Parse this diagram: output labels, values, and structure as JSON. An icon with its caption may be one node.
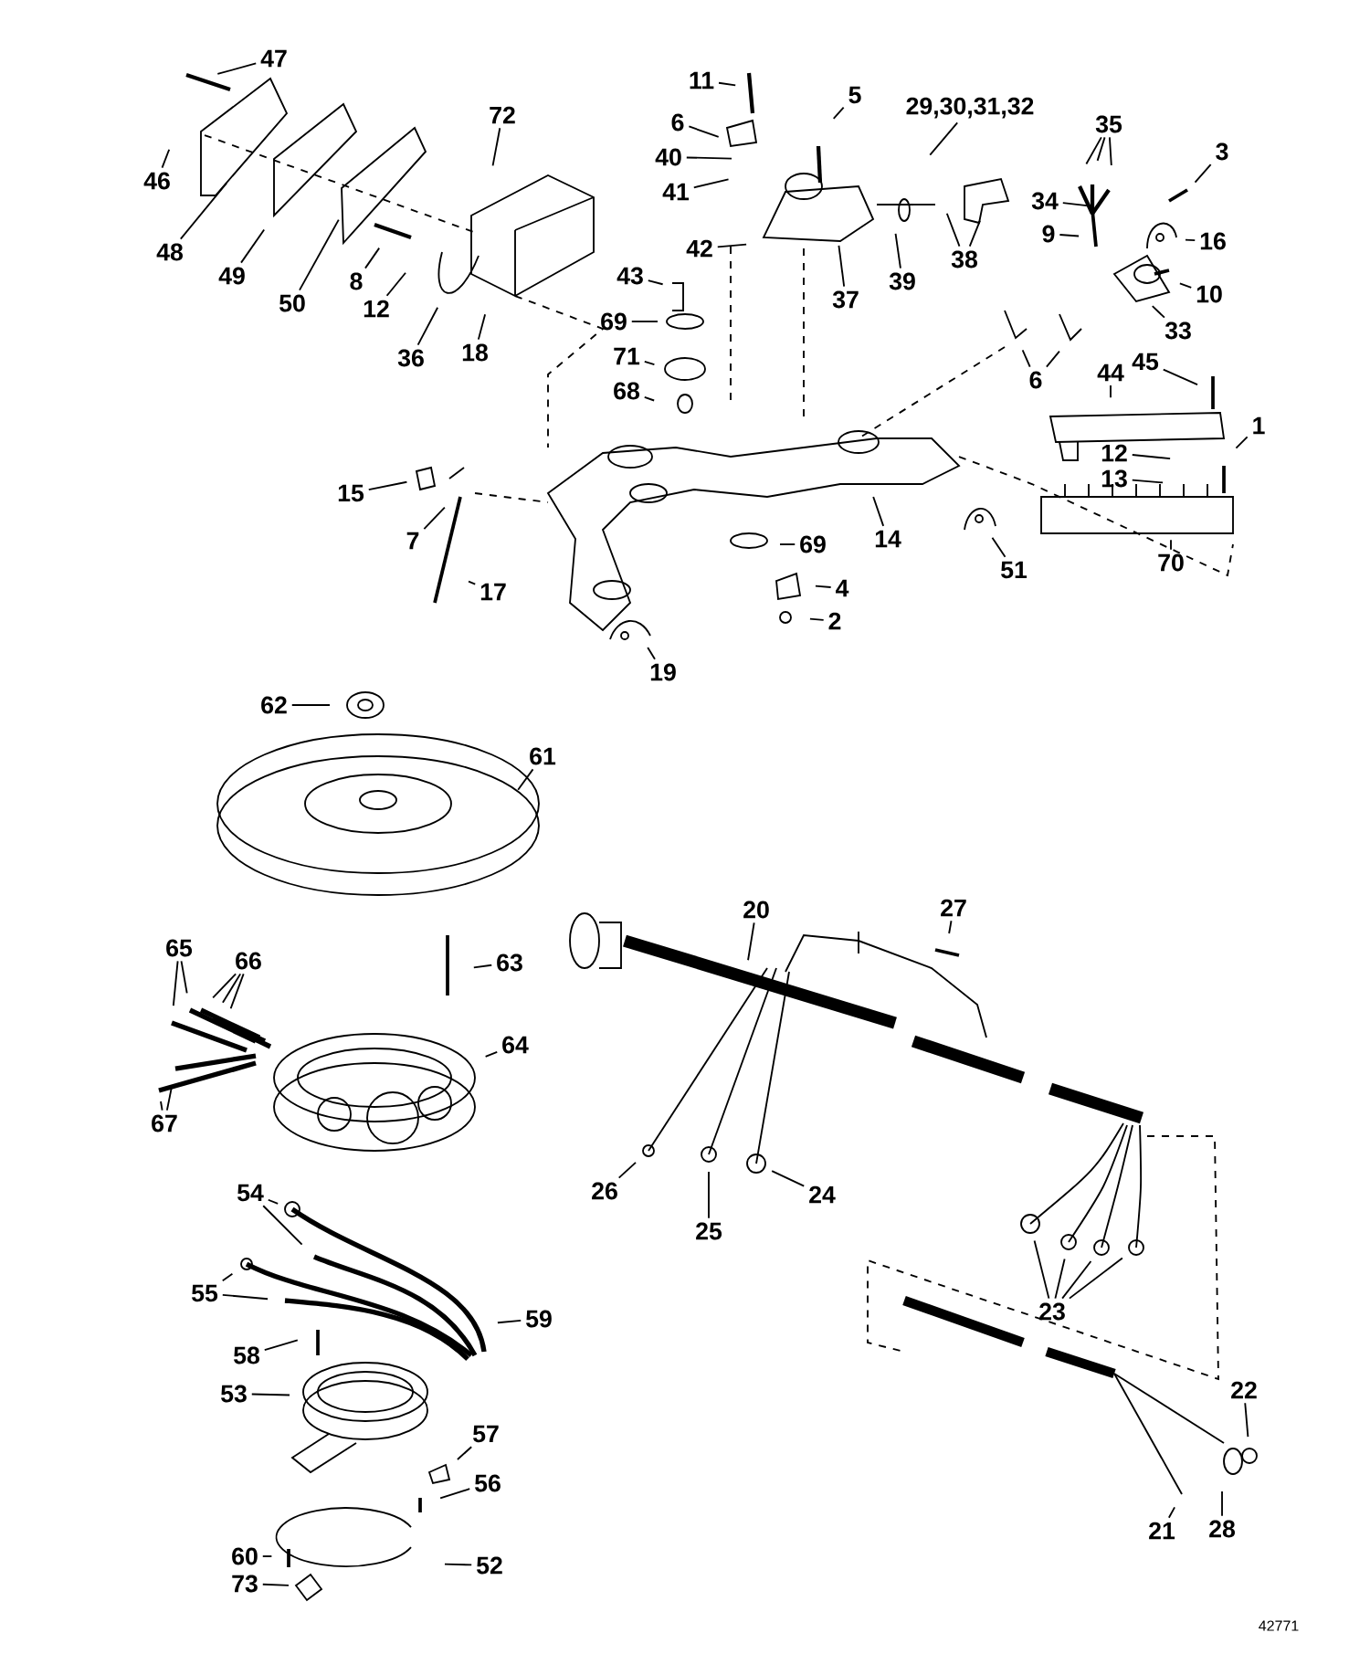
{
  "diagram": {
    "nodes": [
      {
        "text": [
          "47"
        ]
      },
      {
        "text": [
          "46"
        ]
      },
      {
        "text": [
          "72"
        ]
      },
      {
        "text": [
          "48"
        ]
      },
      {
        "text": [
          "49"
        ]
      },
      {
        "text": [
          "50"
        ]
      },
      {
        "text": [
          "8"
        ]
      },
      {
        "text": [
          "12"
        ]
      },
      {
        "text": [
          "36"
        ]
      },
      {
        "text": [
          "18"
        ]
      },
      {
        "text": [
          "11"
        ]
      },
      {
        "text": [
          "6"
        ]
      },
      {
        "text": [
          "40"
        ]
      },
      {
        "text": [
          "41"
        ]
      },
      {
        "text": [
          "42"
        ]
      },
      {
        "text": [
          "5"
        ]
      },
      {
        "text": [
          "37"
        ]
      },
      {
        "text": [
          "39"
        ]
      },
      {
        "text": [
          "29,30,31,32"
        ]
      },
      {
        "text": [
          "38"
        ]
      },
      {
        "text": [
          "35"
        ]
      },
      {
        "text": [
          "34"
        ]
      },
      {
        "text": [
          "9"
        ]
      },
      {
        "text": [
          "3"
        ]
      },
      {
        "text": [
          "16"
        ]
      },
      {
        "text": [
          "10"
        ]
      },
      {
        "text": [
          "33"
        ]
      },
      {
        "text": [
          "6"
        ]
      },
      {
        "text": [
          "44"
        ]
      },
      {
        "text": [
          "45"
        ]
      },
      {
        "text": [
          "1"
        ]
      },
      {
        "text": [
          "12"
        ]
      },
      {
        "text": [
          "13"
        ]
      },
      {
        "text": [
          "70"
        ]
      },
      {
        "text": [
          "43"
        ]
      },
      {
        "text": [
          "69"
        ]
      },
      {
        "text": [
          "71"
        ]
      },
      {
        "text": [
          "68"
        ]
      },
      {
        "text": [
          "14"
        ]
      },
      {
        "text": [
          "51"
        ]
      },
      {
        "text": [
          "15"
        ]
      },
      {
        "text": [
          "7"
        ]
      },
      {
        "text": [
          "17"
        ]
      },
      {
        "text": [
          "69"
        ]
      },
      {
        "text": [
          "4"
        ]
      },
      {
        "text": [
          "2"
        ]
      },
      {
        "text": [
          "19"
        ]
      },
      {
        "text": [
          "62"
        ]
      },
      {
        "text": [
          "61"
        ]
      },
      {
        "text": [
          "20"
        ]
      },
      {
        "text": [
          "27"
        ]
      },
      {
        "text": [
          "65"
        ]
      },
      {
        "text": [
          "66"
        ]
      },
      {
        "text": [
          "63"
        ]
      },
      {
        "text": [
          "64"
        ]
      },
      {
        "text": [
          "67"
        ]
      },
      {
        "text": [
          "26"
        ]
      },
      {
        "text": [
          "25"
        ]
      },
      {
        "text": [
          "24"
        ]
      },
      {
        "text": [
          "23"
        ]
      },
      {
        "text": [
          "54"
        ]
      },
      {
        "text": [
          "55"
        ]
      },
      {
        "text": [
          "58"
        ]
      },
      {
        "text": [
          "59"
        ]
      },
      {
        "text": [
          "53"
        ]
      },
      {
        "text": [
          "57"
        ]
      },
      {
        "text": [
          "56"
        ]
      },
      {
        "text": [
          "52"
        ]
      },
      {
        "text": [
          "60"
        ]
      },
      {
        "text": [
          "73"
        ]
      },
      {
        "text": [
          "22"
        ]
      },
      {
        "text": [
          "21"
        ]
      },
      {
        "text": [
          "28"
        ]
      }
    ],
    "edges": [
      {
        "from": 0,
        "to": null,
        "arrow": "none"
      },
      {
        "from": 1,
        "to": null,
        "arrow": "none"
      },
      {
        "from": 2,
        "to": null,
        "arrow": "none"
      },
      {
        "from": 3,
        "to": null,
        "arrow": "none"
      },
      {
        "from": 4,
        "to": null,
        "arrow": "none"
      },
      {
        "from": 5,
        "to": null,
        "arrow": "none"
      },
      {
        "from": 6,
        "to": null,
        "arrow": "none"
      },
      {
        "from": 7,
        "to": null,
        "arrow": "none"
      },
      {
        "from": 8,
        "to": null,
        "arrow": "none"
      },
      {
        "from": 9,
        "to": null,
        "arrow": "none"
      },
      {
        "from": 10,
        "to": null,
        "arrow": "none"
      },
      {
        "from": 11,
        "to": null,
        "arrow": "none"
      },
      {
        "from": 12,
        "to": null,
        "arrow": "none"
      },
      {
        "from": 13,
        "to": null,
        "arrow": "none"
      },
      {
        "from": 14,
        "to": null,
        "arrow": "none"
      },
      {
        "from": 15,
        "to": null,
        "arrow": "none"
      },
      {
        "from": 16,
        "to": null,
        "arrow": "none"
      },
      {
        "from": 17,
        "to": null,
        "arrow": "none"
      },
      {
        "from": 18,
        "to": null,
        "arrow": "none"
      },
      {
        "from": 19,
        "to": null,
        "arrow": "none"
      },
      {
        "from": 19,
        "to": null,
        "arrow": "none"
      },
      {
        "from": 20,
        "to": null,
        "arrow": "none"
      },
      {
        "from": 20,
        "to": null,
        "arrow": "none"
      },
      {
        "from": 20,
        "to": null,
        "arrow": "none"
      },
      {
        "from": 21,
        "to": null,
        "arrow": "none"
      },
      {
        "from": 22,
        "to": null,
        "arrow": "none"
      },
      {
        "from": 23,
        "to": null,
        "arrow": "none"
      },
      {
        "from": 24,
        "to": null,
        "arrow": "none"
      },
      {
        "from": 25,
        "to": null,
        "arrow": "none"
      },
      {
        "from": 26,
        "to": null,
        "arrow": "none"
      },
      {
        "from": 27,
        "to": null,
        "arrow": "none"
      },
      {
        "from": 27,
        "to": null,
        "arrow": "none"
      },
      {
        "from": 28,
        "to": null,
        "arrow": "none"
      },
      {
        "from": 29,
        "to": null,
        "arrow": "none"
      },
      {
        "from": 30,
        "to": null,
        "arrow": "none"
      },
      {
        "from": 31,
        "to": null,
        "arrow": "none"
      },
      {
        "from": 32,
        "to": null,
        "arrow": "none"
      },
      {
        "from": 33,
        "to": null,
        "arrow": "none"
      },
      {
        "from": 34,
        "to": null,
        "arrow": "none"
      },
      {
        "from": 35,
        "to": null,
        "arrow": "none"
      },
      {
        "from": 36,
        "to": null,
        "arrow": "none"
      },
      {
        "from": 37,
        "to": null,
        "arrow": "none"
      },
      {
        "from": 38,
        "to": null,
        "arrow": "none"
      },
      {
        "from": 39,
        "to": null,
        "arrow": "none"
      },
      {
        "from": 40,
        "to": null,
        "arrow": "none"
      },
      {
        "from": 41,
        "to": null,
        "arrow": "none"
      },
      {
        "from": 42,
        "to": null,
        "arrow": "none"
      },
      {
        "from": 43,
        "to": null,
        "arrow": "none"
      },
      {
        "from": 44,
        "to": null,
        "arrow": "none"
      },
      {
        "from": 45,
        "to": null,
        "arrow": "none"
      },
      {
        "from": 46,
        "to": null,
        "arrow": "none"
      },
      {
        "from": 47,
        "to": null,
        "arrow": "none"
      },
      {
        "from": 48,
        "to": null,
        "arrow": "none"
      },
      {
        "from": 49,
        "to": null,
        "arrow": "none"
      },
      {
        "from": 50,
        "to": null,
        "arrow": "none"
      },
      {
        "from": 51,
        "to": null,
        "arrow": "none"
      },
      {
        "from": 51,
        "to": null,
        "arrow": "none"
      },
      {
        "from": 52,
        "to": null,
        "arrow": "none"
      },
      {
        "from": 52,
        "to": null,
        "arrow": "none"
      },
      {
        "from": 52,
        "to": null,
        "arrow": "none"
      },
      {
        "from": 53,
        "to": null,
        "arrow": "none"
      },
      {
        "from": 54,
        "to": null,
        "arrow": "none"
      },
      {
        "from": 55,
        "to": null,
        "arrow": "none"
      },
      {
        "from": 55,
        "to": null,
        "arrow": "none"
      },
      {
        "from": 56,
        "to": null,
        "arrow": "none"
      },
      {
        "from": 57,
        "to": null,
        "arrow": "none"
      },
      {
        "from": 58,
        "to": null,
        "arrow": "none"
      },
      {
        "from": 59,
        "to": null,
        "arrow": "none"
      },
      {
        "from": 59,
        "to": null,
        "arrow": "none"
      },
      {
        "from": 59,
        "to": null,
        "arrow": "none"
      },
      {
        "from": 59,
        "to": null,
        "arrow": "none"
      },
      {
        "from": 60,
        "to": null,
        "arrow": "none"
      },
      {
        "from": 60,
        "to": null,
        "arrow": "none"
      },
      {
        "from": 61,
        "to": null,
        "arrow": "none"
      },
      {
        "from": 61,
        "to": null,
        "arrow": "none"
      },
      {
        "from": 62,
        "to": null,
        "arrow": "none"
      },
      {
        "from": 63,
        "to": null,
        "arrow": "none"
      },
      {
        "from": 64,
        "to": null,
        "arrow": "none"
      },
      {
        "from": 65,
        "to": null,
        "arrow": "none"
      },
      {
        "from": 66,
        "to": null,
        "arrow": "none"
      },
      {
        "from": 67,
        "to": null,
        "arrow": "none"
      },
      {
        "from": 68,
        "to": null,
        "arrow": "none"
      },
      {
        "from": 69,
        "to": null,
        "arrow": "none"
      },
      {
        "from": 70,
        "to": null,
        "arrow": "none"
      },
      {
        "from": 71,
        "to": null,
        "arrow": "none"
      },
      {
        "from": 72,
        "to": null,
        "arrow": "none"
      }
    ],
    "labels": [
      "42771"
    ]
  }
}
